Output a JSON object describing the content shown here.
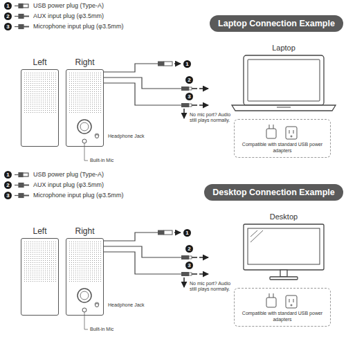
{
  "diagram": {
    "nodes": [
      {
        "text": [
          "Laptop Connection Example"
        ]
      },
      {
        "text": [
          "Left"
        ]
      },
      {
        "text": [
          "Right"
        ]
      },
      {
        "text": [
          "Compatible with standard USB power adapters"
        ]
      },
      {
        "text": [
          "Desktop Connection Example"
        ]
      },
      {
        "text": [
          "Left"
        ]
      },
      {
        "text": [
          "Right"
        ]
      },
      {
        "text": [
          "Compatible with standard USB power adapters"
        ]
      }
    ],
    "labels": [
      "1",
      "2",
      "3",
      "1",
      "2",
      "3",
      "No mic port? Audio still plays normally.",
      "Headphone Jack",
      "Built-in Mic",
      "Laptop",
      "1",
      "2",
      "3",
      "1",
      "2",
      "3",
      "No mic port? Audio still plays normally.",
      "Headphone Jack",
      "Built-in Mic",
      "Desktop"
    ],
    "legend": [
      {
        "text": "USB power plug (Type-A)"
      },
      {
        "text": "AUX input plug (φ3.5mm)"
      },
      {
        "text": "Microphone input plug (φ3.5mm)"
      },
      {
        "text": "USB power plug (Type-A)"
      },
      {
        "text": "AUX input plug (φ3.5mm)"
      },
      {
        "text": "Microphone input plug (φ3.5mm)"
      }
    ]
  }
}
